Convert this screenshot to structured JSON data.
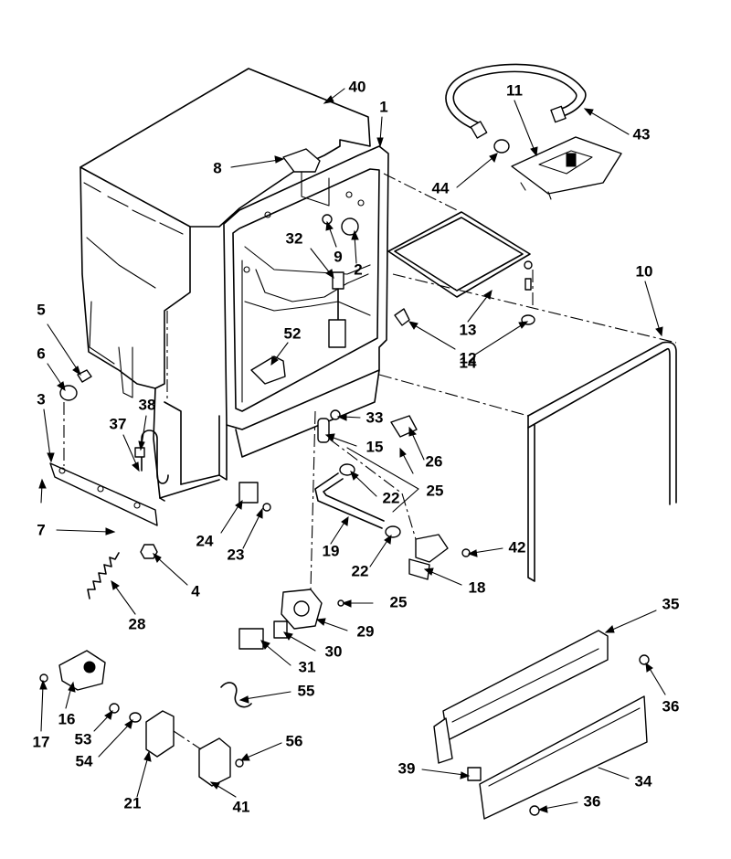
{
  "labels": {
    "p1": "1",
    "p2": "2",
    "p3": "3",
    "p4": "4",
    "p5": "5",
    "p6": "6",
    "p7": "7",
    "p8": "8",
    "p9": "9",
    "p10": "10",
    "p11": "11",
    "p12": "12",
    "p13": "13",
    "p14": "14",
    "p15": "15",
    "p16": "16",
    "p17": "17",
    "p18": "18",
    "p19": "19",
    "p21": "21",
    "p22a": "22",
    "p22b": "22",
    "p23": "23",
    "p24": "24",
    "p25a": "25",
    "p25b": "25",
    "p26": "26",
    "p28": "28",
    "p29": "29",
    "p30": "30",
    "p31": "31",
    "p32": "32",
    "p33": "33",
    "p34": "34",
    "p35": "35",
    "p36a": "36",
    "p36b": "36",
    "p37": "37",
    "p38": "38",
    "p39": "39",
    "p40": "40",
    "p41": "41",
    "p42": "42",
    "p43": "43",
    "p44": "44",
    "p52": "52",
    "p53": "53",
    "p54": "54",
    "p55": "55",
    "p56": "56"
  }
}
